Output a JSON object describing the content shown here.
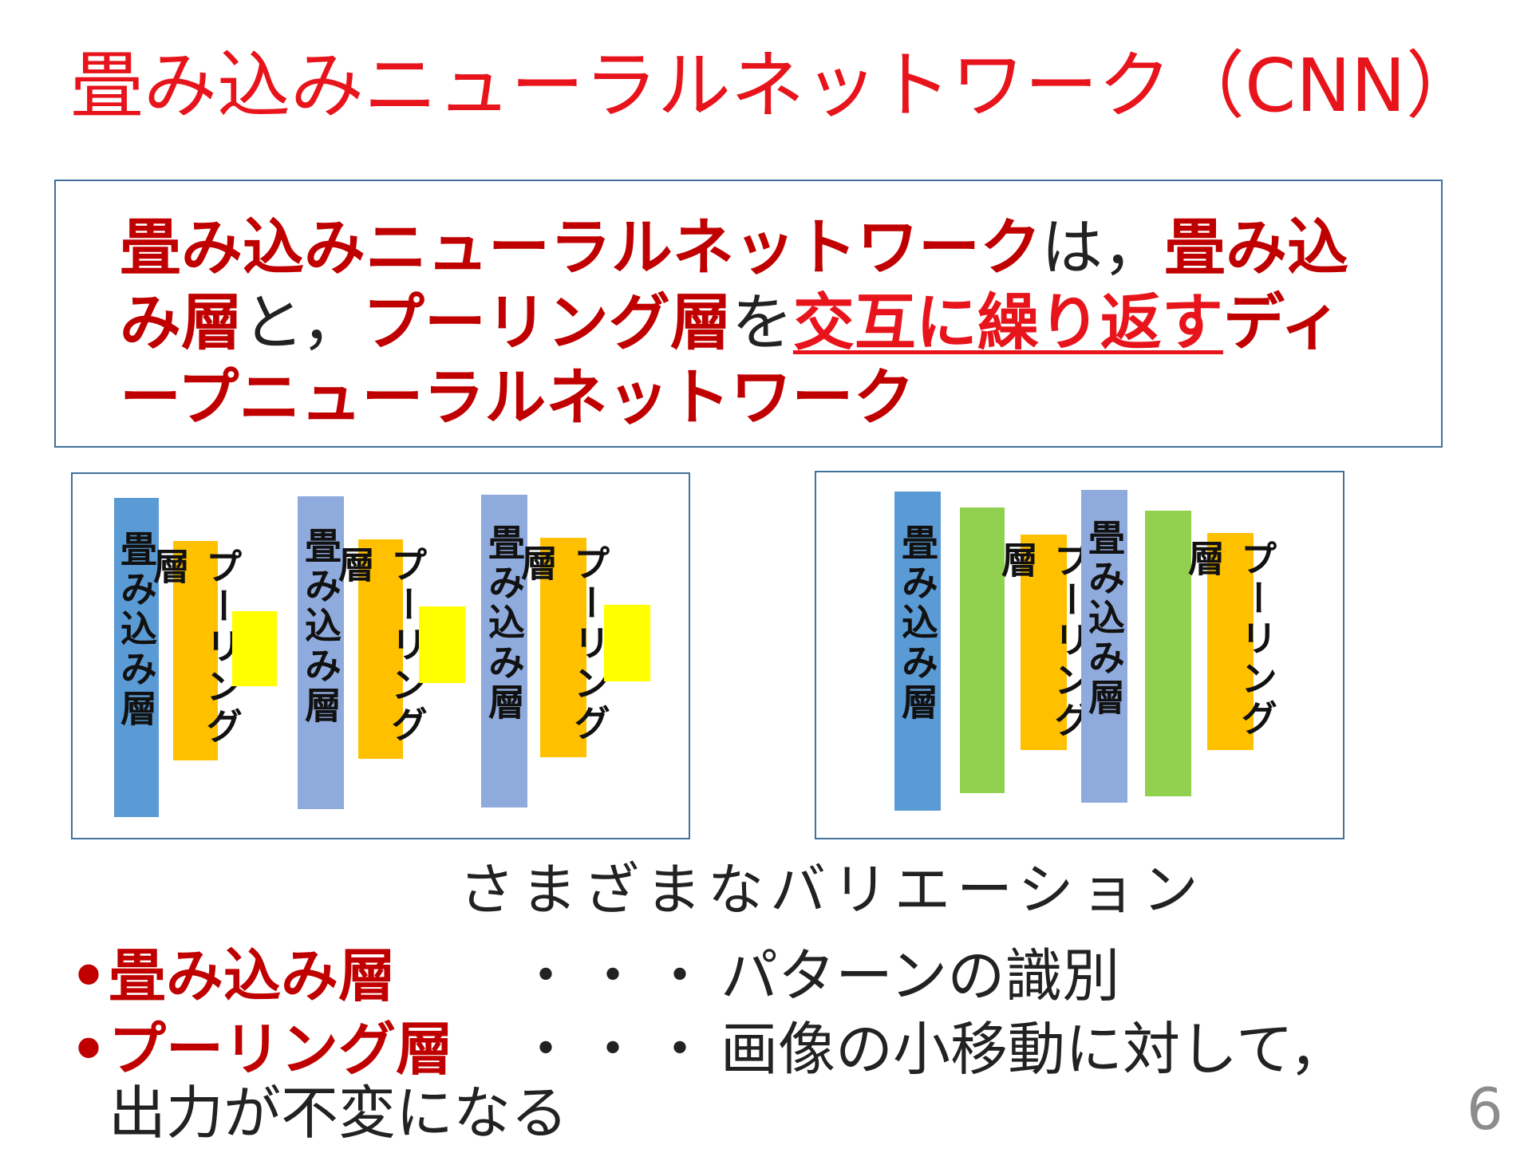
{
  "title": "畳み込みニューラルネットワーク（CNN）",
  "definition": {
    "part1": "畳み込みニューラルネットワーク",
    "part2": "は，",
    "part3": "畳み込み層",
    "part4": "と，",
    "part5": "プーリング層",
    "part6": "を",
    "part7": "交互に繰り返す",
    "part8": "ディープニューラルネットワーク"
  },
  "diagram_left": {
    "conv_label": "畳み込み層",
    "pool_label": "プーリング層"
  },
  "diagram_right": {
    "conv_label": "畳み込み層",
    "pool_label": "プーリング層"
  },
  "variation_label": "さまざまなバリエーション",
  "bullets": [
    {
      "dot": "•",
      "term": "畳み込み層",
      "dots": "・・・",
      "desc": "パターンの識別"
    },
    {
      "dot": "•",
      "term": "プーリング層",
      "dots": "・・・",
      "desc": "画像の小移動に対して，"
    }
  ],
  "continuation": "出力が不変になる",
  "page_number": "6",
  "colors": {
    "title": "#e8141c",
    "emphasis": "#c00000",
    "conv_dark": "#5b9bd5",
    "conv_light": "#8faadc",
    "pooling": "#ffc000",
    "yellow_block": "#ffff00",
    "green_block": "#92d050",
    "border": "#41719c"
  }
}
